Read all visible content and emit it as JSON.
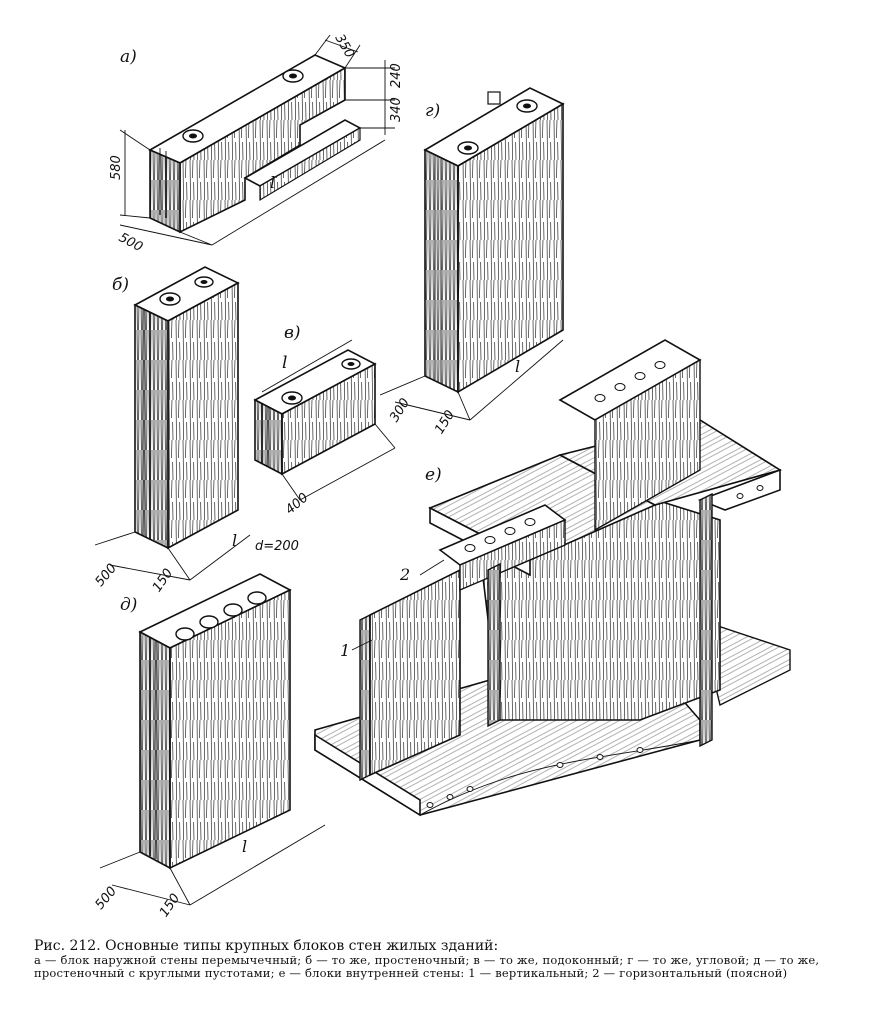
{
  "figure": {
    "panel_labels": {
      "a": "а)",
      "b": "б)",
      "v": "в)",
      "g": "г)",
      "d": "д)",
      "e": "е)"
    },
    "dimensions": {
      "a_350": "350",
      "a_240": "240",
      "a_340": "340",
      "a_580": "580",
      "a_500": "500",
      "a_l": "l",
      "b_500": "500",
      "b_150": "150",
      "b_l": "l",
      "b_d": "d=200",
      "v_l": "l",
      "v_400": "400",
      "g_300": "300",
      "g_150": "150",
      "g_l": "l",
      "d_500": "500",
      "d_150": "150",
      "d_l": "l",
      "e_1": "1",
      "e_2": "2"
    }
  },
  "caption": {
    "title": "Рис. 212. Основные типы крупных блоков стен жилых зданий:",
    "text": "а — блок наружной стены перемычечный; б — то же, простеночный; в — то же, подоконный; г — то же, угловой; д — то же, простеночный с круглыми пустотами; е — блоки внутренней стены: 1 — вертикальный; 2 — горизонтальный (поясной)"
  }
}
